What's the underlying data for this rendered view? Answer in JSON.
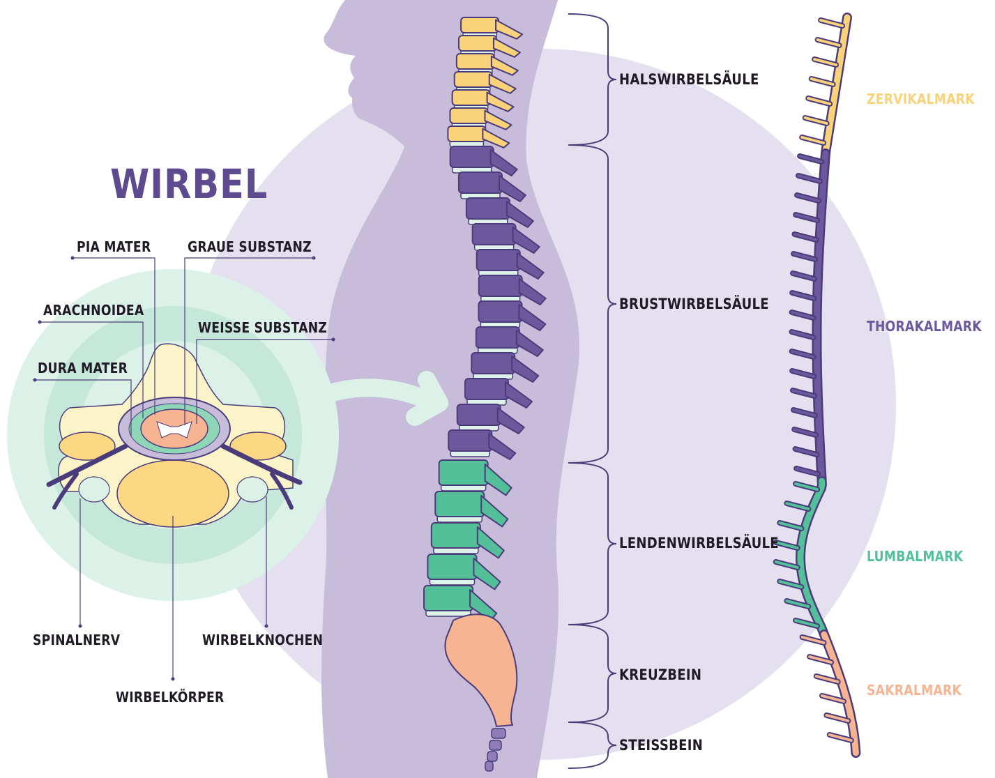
{
  "title": "WIRBEL",
  "vertebra_labels": {
    "pia_mater": "PIA MATER",
    "graue_substanz": "GRAUE SUBSTANZ",
    "arachnoidea": "ARACHNOIDEA",
    "weisse_substanz": "WEISSE SUBSTANZ",
    "dura_mater": "DURA MATER",
    "spinalnerv": "SPINALNERV",
    "wirbelknochen": "WIRBELKNOCHEN",
    "wirbelkoerper": "WIRBELKÖRPER"
  },
  "spine_regions": [
    {
      "key": "hals",
      "label": "HALSWIRBELSÄULE",
      "color": "#f9d27a"
    },
    {
      "key": "brust",
      "label": "BRUSTWIRBELSÄULE",
      "color": "#6c589c"
    },
    {
      "key": "lenden",
      "label": "LENDENWIRBELSÄULE",
      "color": "#53c09a"
    },
    {
      "key": "kreuz",
      "label": "KREUZBEIN",
      "color": "#f6b492"
    },
    {
      "key": "steiss",
      "label": "STEISSBEIN",
      "color": "#8e7eb8"
    }
  ],
  "cord_segments": [
    {
      "key": "zervikal",
      "label": "ZERVIKALMARK",
      "color": "#f9d27a"
    },
    {
      "key": "thorakal",
      "label": "THORAKALMARK",
      "color": "#6c589c"
    },
    {
      "key": "lumbal",
      "label": "LUMBALMARK",
      "color": "#53c09a"
    },
    {
      "key": "sakral",
      "label": "SAKRALMARK",
      "color": "#f6b492"
    }
  ],
  "colors": {
    "background_circle": "#e4e0ef",
    "silhouette": "#c7bcd9",
    "outline": "#4a3c7a",
    "disc": "#dff2ea",
    "magnifier": "#dcf1e8",
    "bone": "#fbf4c9",
    "vertebral_body": "#fcd884"
  }
}
